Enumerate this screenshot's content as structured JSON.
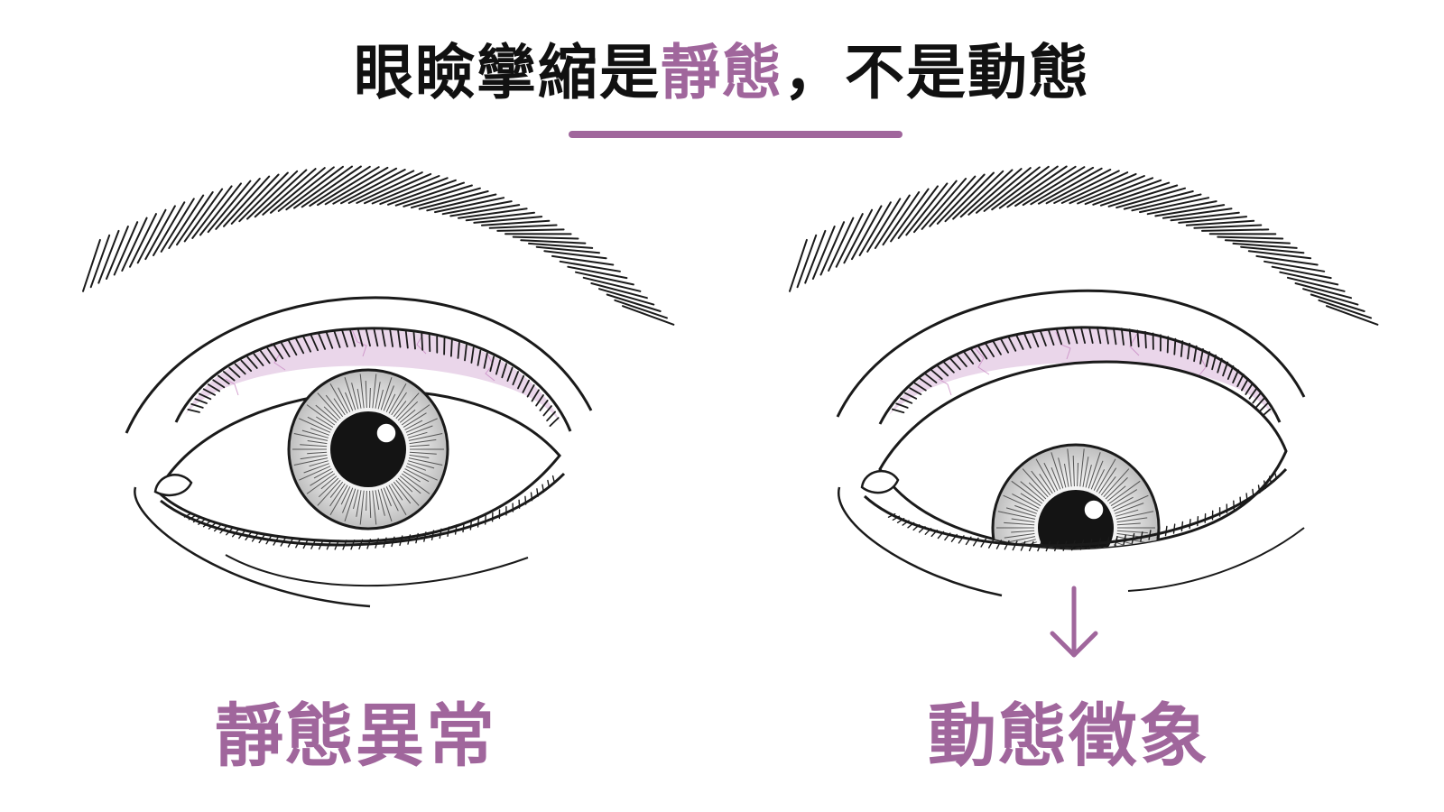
{
  "title": {
    "part1": "眼瞼攣縮是",
    "highlight": "靜態",
    "part2": "，不是動態",
    "highlight_color": "#a0669c"
  },
  "panels": [
    {
      "caption": "靜態異常",
      "eye": "normal-gaze"
    },
    {
      "caption": "動態徵象",
      "eye": "downgaze-lid-lag",
      "arrow": "arrow-down-icon"
    }
  ],
  "colors": {
    "accent": "#a0669c",
    "ink": "#111111",
    "eyelid_tint": "#ead6ea"
  }
}
